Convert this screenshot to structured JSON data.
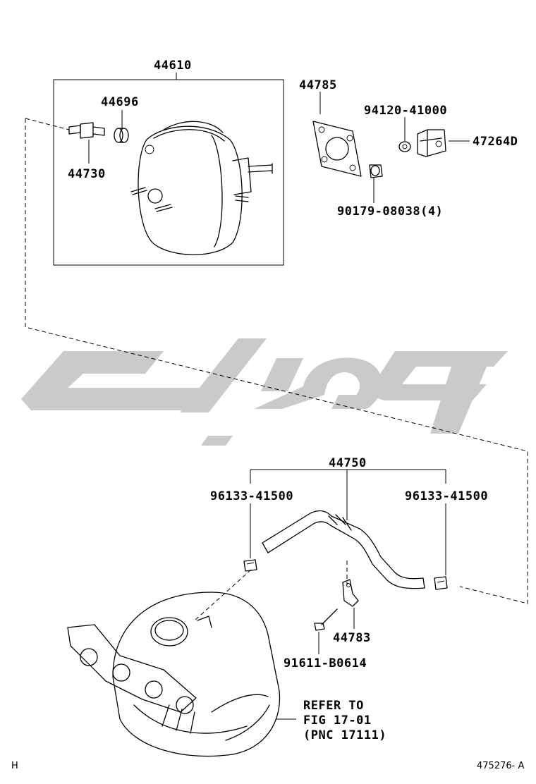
{
  "labels": {
    "booster_assembly": "44610",
    "check_valve_grommet": "44696",
    "check_valve": "44730",
    "gasket": "44785",
    "nut_upper": "94120-41000",
    "bracket": "47264D",
    "nut_lower": "90179-08038(4)",
    "hose_assembly": "44750",
    "clip_left": "96133-41500",
    "clip_right": "96133-41500",
    "hose_clamp": "44783",
    "bolt": "91611-B0614"
  },
  "refer": {
    "line1": "REFER TO",
    "line2": "FIG 17-01",
    "line3": "(PNC 17111)"
  },
  "footer": {
    "corner_mark": "H",
    "illustration_number": "475276- A"
  },
  "watermark": {
    "color": "#c8c8c8"
  }
}
